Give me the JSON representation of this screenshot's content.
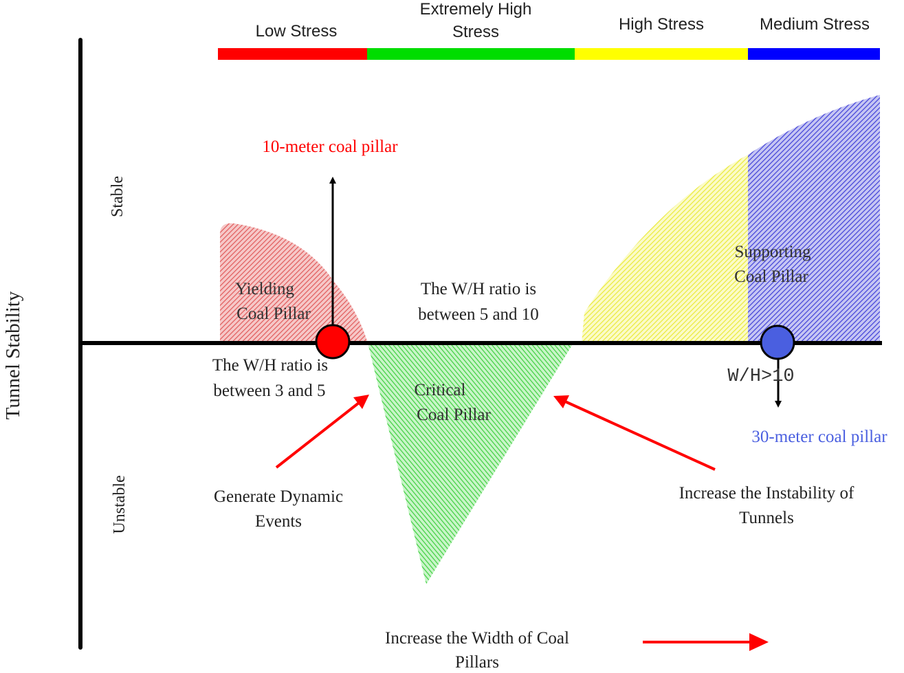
{
  "stress_bar": {
    "segments": [
      {
        "label_lines": [
          "Low Stress"
        ],
        "color": "#ff0000"
      },
      {
        "label_lines": [
          "Extremely High",
          "Stress"
        ],
        "color": "#00dd00"
      },
      {
        "label_lines": [
          "High Stress"
        ],
        "color": "#ffff00"
      },
      {
        "label_lines": [
          "Medium Stress"
        ],
        "color": "#0000ff"
      }
    ]
  },
  "axes": {
    "y_label": "Tunnel Stability",
    "stable_label": "Stable",
    "unstable_label": "Unstable",
    "x_label_lines": [
      "Increase the Width of Coal",
      "Pillars"
    ]
  },
  "zones": {
    "yielding": {
      "label_lines": [
        "Yielding",
        "Coal Pillar"
      ],
      "color": "#e36f6f"
    },
    "critical": {
      "label_lines": [
        "Critical",
        "Coal Pillar"
      ],
      "color": "#59d659"
    },
    "supporting": {
      "label_lines": [
        "Supporting",
        "Coal Pillar"
      ],
      "color_yellow": "#f4f45a",
      "color_blue": "#4a4ae0"
    }
  },
  "ratios": {
    "between_3_5": [
      "The W/H ratio is",
      "between 3 and 5"
    ],
    "between_5_10": [
      "The W/H ratio is",
      "between 5 and 10"
    ],
    "greater_10": "W/H>10"
  },
  "pillars": {
    "ten_meter": {
      "label": "10-meter coal pillar",
      "color": "#ff0000"
    },
    "thirty_meter": {
      "label": "30-meter coal pillar",
      "color": "#4a5fe0"
    }
  },
  "annotations": {
    "dynamic_events": [
      "Generate Dynamic",
      "Events"
    ],
    "instability": [
      "Increase the Instability of",
      "Tunnels"
    ]
  },
  "colors": {
    "arrow_red": "#ff0000",
    "axis": "#000000"
  }
}
